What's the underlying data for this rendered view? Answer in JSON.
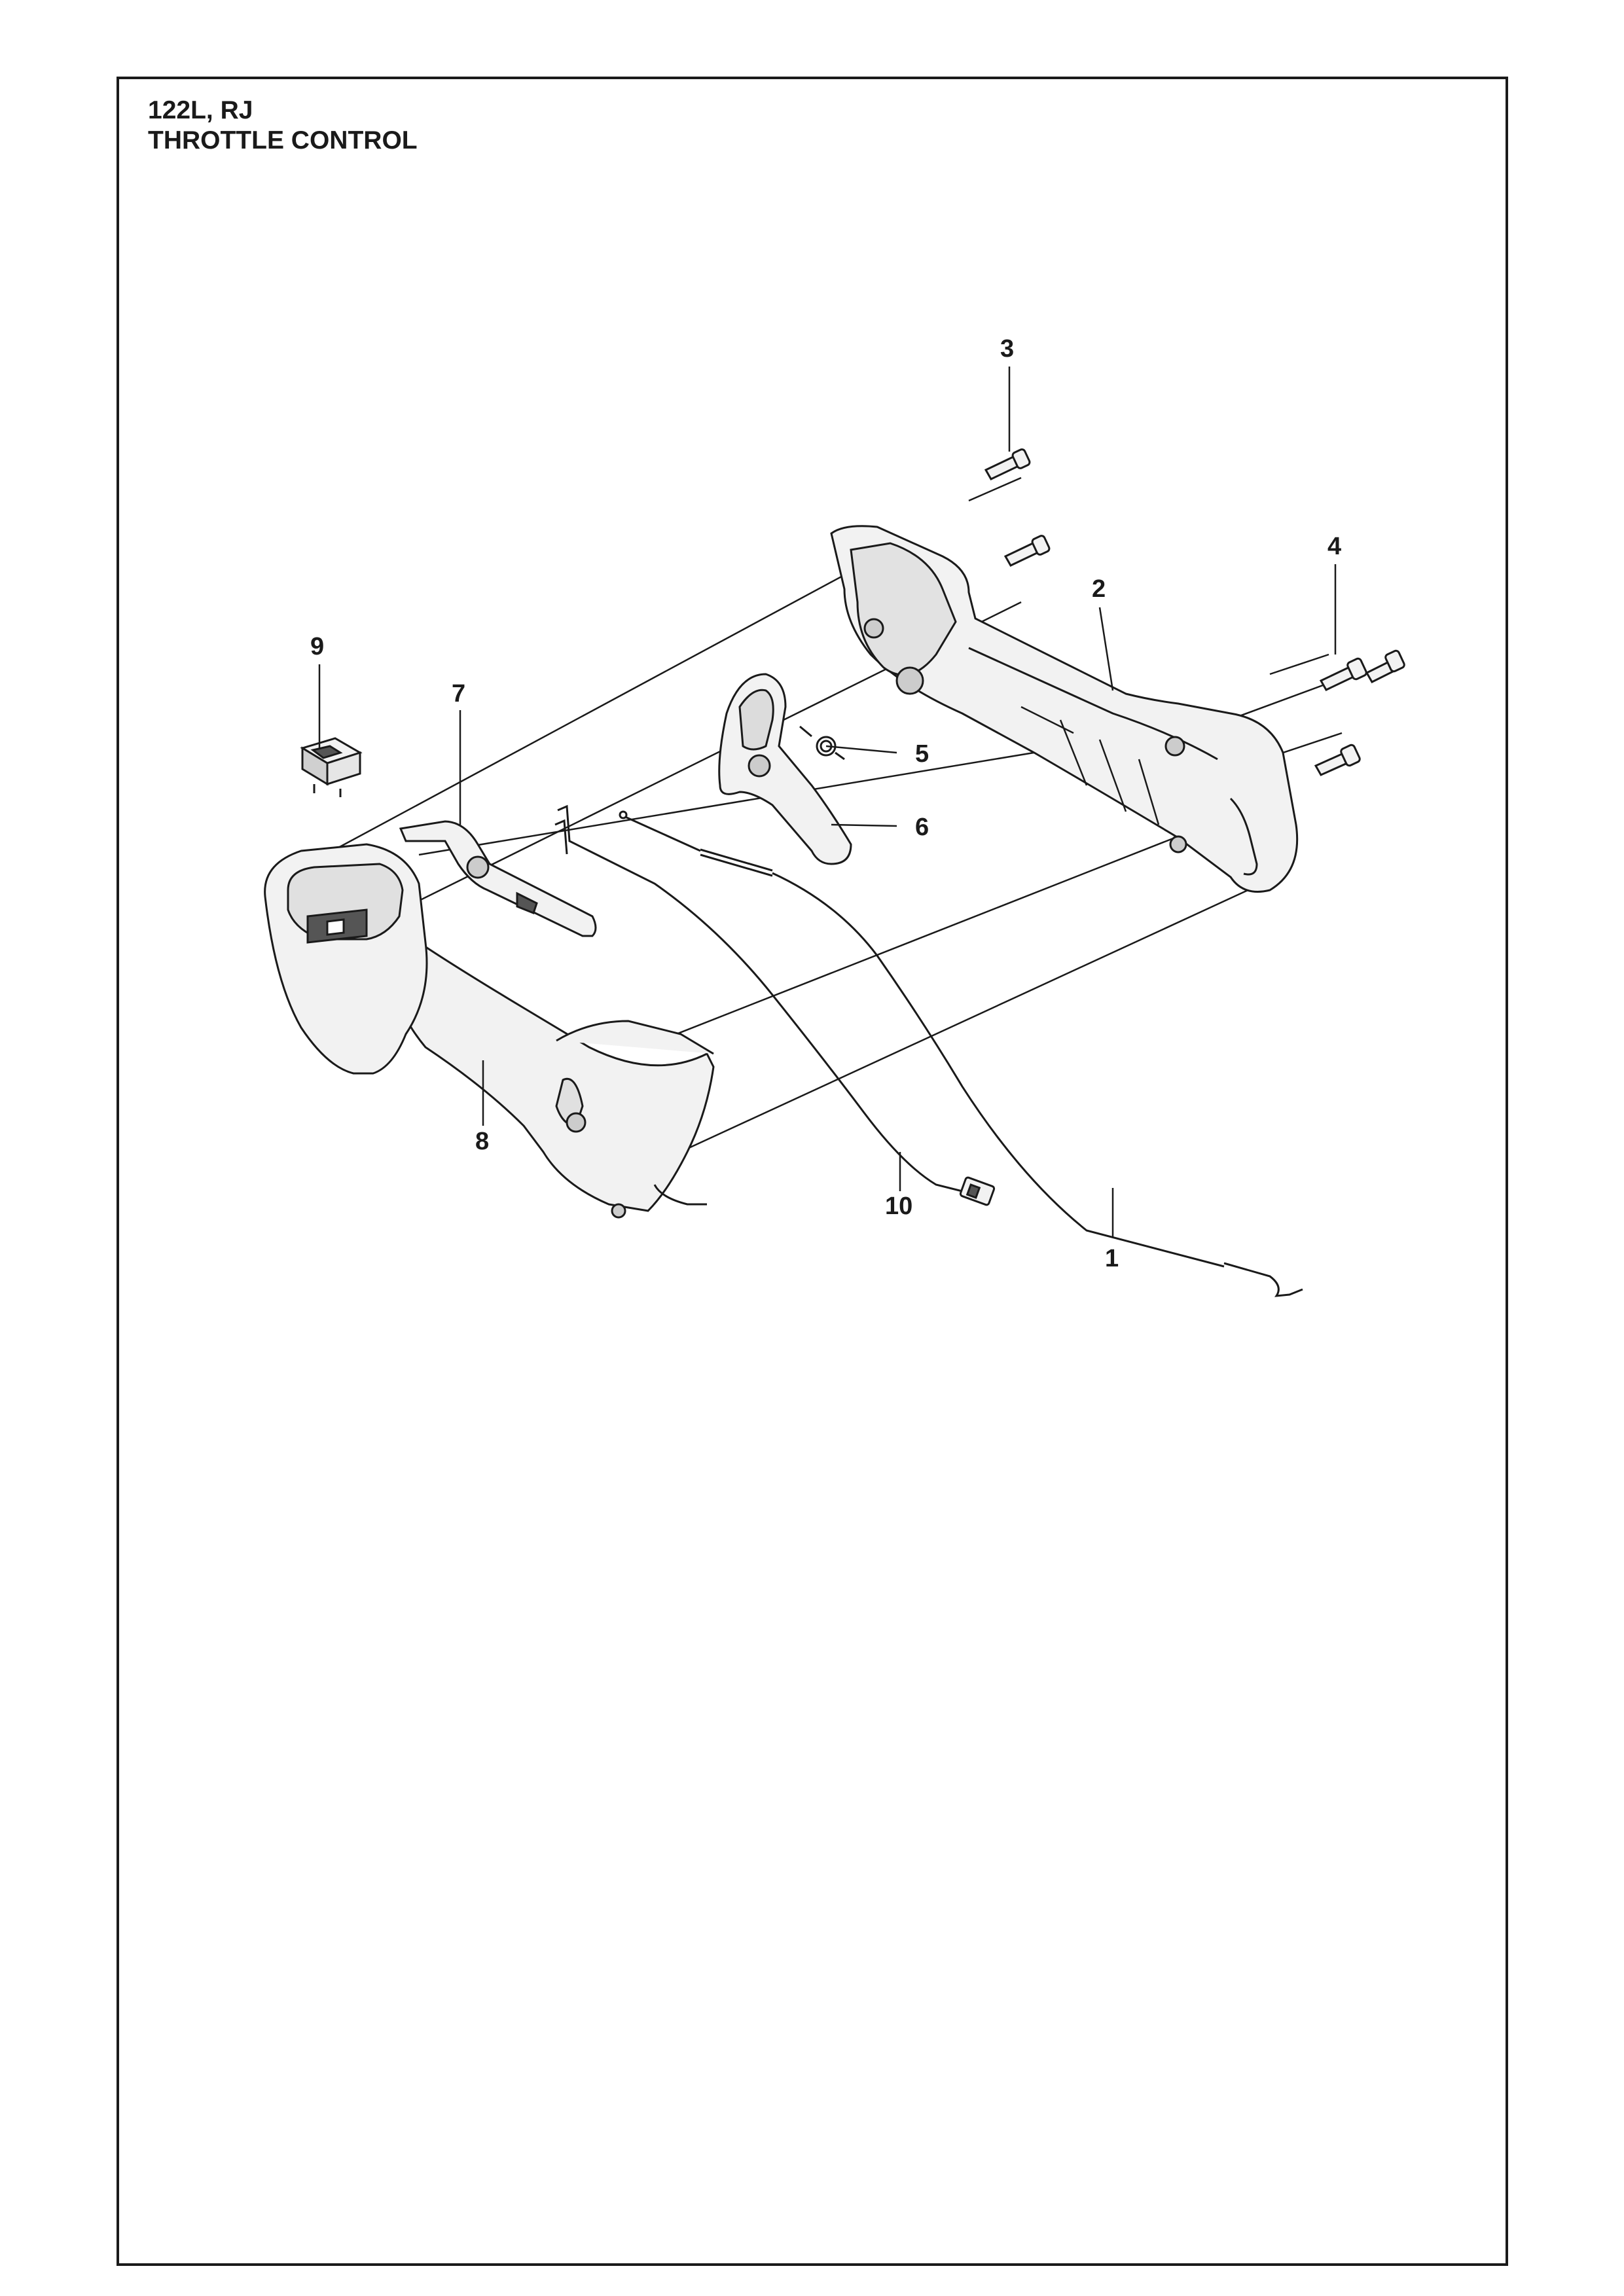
{
  "header": {
    "model": "122L, RJ",
    "section": "THROTTLE CONTROL"
  },
  "callouts": [
    {
      "id": "3",
      "label": "3"
    },
    {
      "id": "4",
      "label": "4"
    },
    {
      "id": "2",
      "label": "2"
    },
    {
      "id": "9",
      "label": "9"
    },
    {
      "id": "7",
      "label": "7"
    },
    {
      "id": "5",
      "label": "5"
    },
    {
      "id": "6",
      "label": "6"
    },
    {
      "id": "8",
      "label": "8"
    },
    {
      "id": "10",
      "label": "10"
    },
    {
      "id": "1",
      "label": "1"
    }
  ],
  "colors": {
    "line": "#1a1a1a",
    "part_fill": "#f2f2f2",
    "part_shade": "#bdbdbd"
  }
}
